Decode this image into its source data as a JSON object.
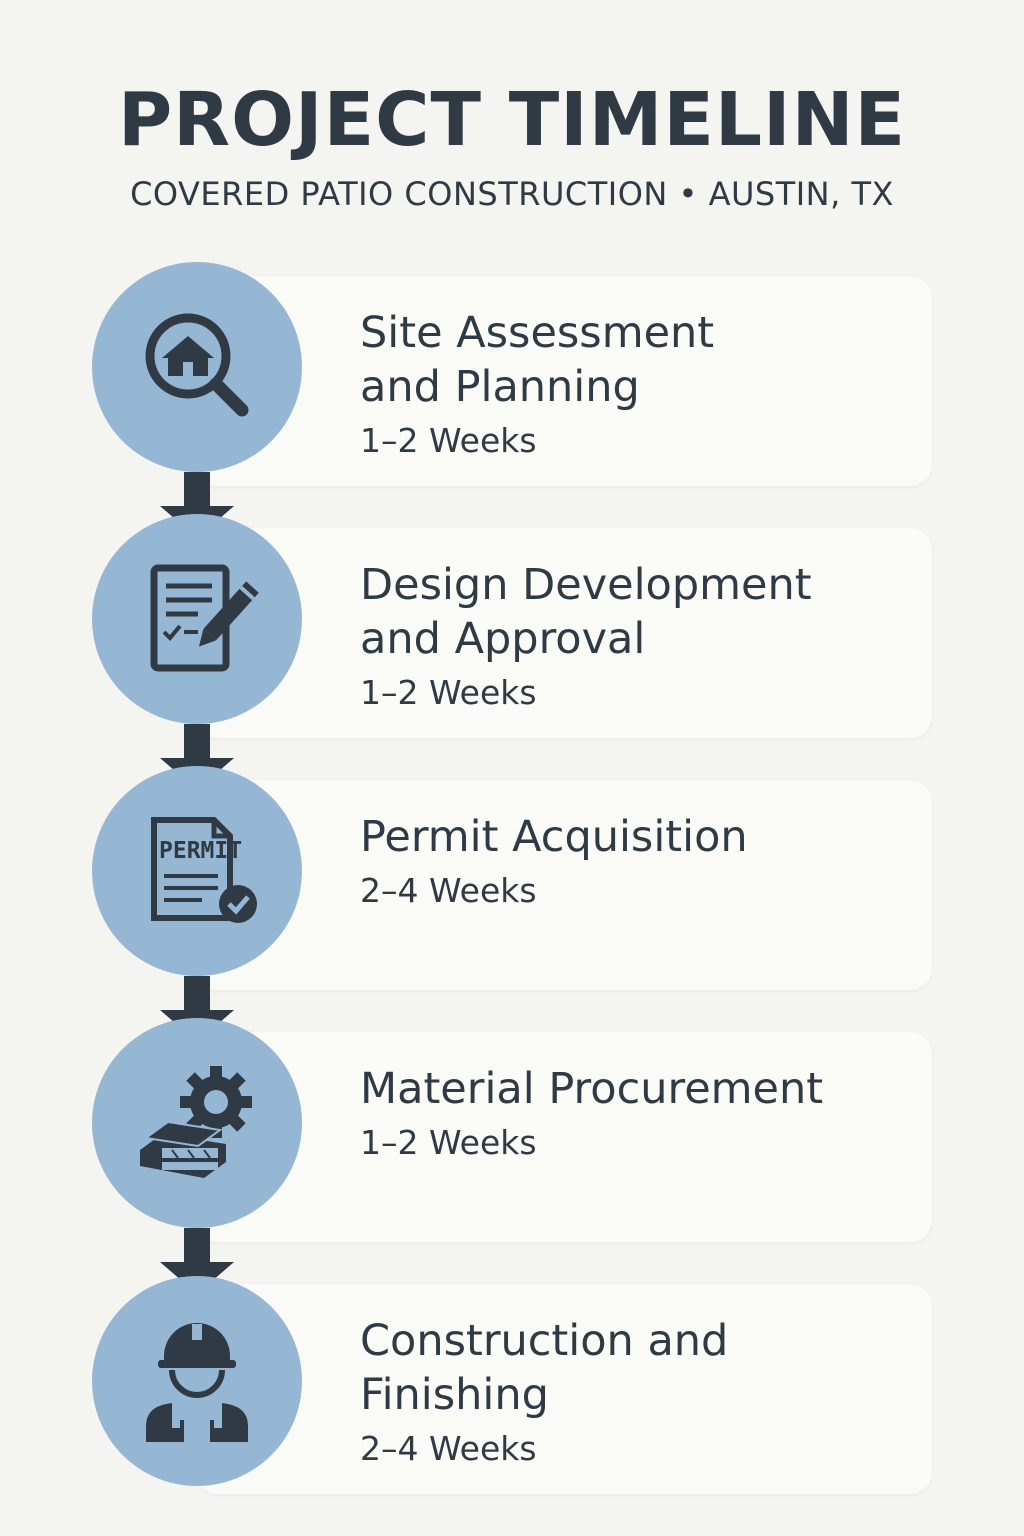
{
  "header": {
    "title": "PROJECT TIMELINE",
    "subtitle": "COVERED PATIO CONSTRUCTION • AUSTIN, TX"
  },
  "colors": {
    "background": "#f4f4f1",
    "card": "#fafaf7",
    "circle": "#96b7d3",
    "ink": "#2f3a44"
  },
  "steps": [
    {
      "title": "Site Assessment\nand Planning",
      "duration": "1–2 Weeks",
      "icon": "house-magnifier-icon"
    },
    {
      "title": "Design Development\nand Approval",
      "duration": "1–2 Weeks",
      "icon": "document-pencil-icon"
    },
    {
      "title": "Permit Acquisition",
      "duration": "2–4 Weeks",
      "icon": "permit-document-icon",
      "icon_label": "PERMIT"
    },
    {
      "title": "Material Procurement",
      "duration": "1–2 Weeks",
      "icon": "materials-gear-icon"
    },
    {
      "title": "Construction and\nFinishing",
      "duration": "2–4 Weeks",
      "icon": "worker-icon"
    }
  ]
}
